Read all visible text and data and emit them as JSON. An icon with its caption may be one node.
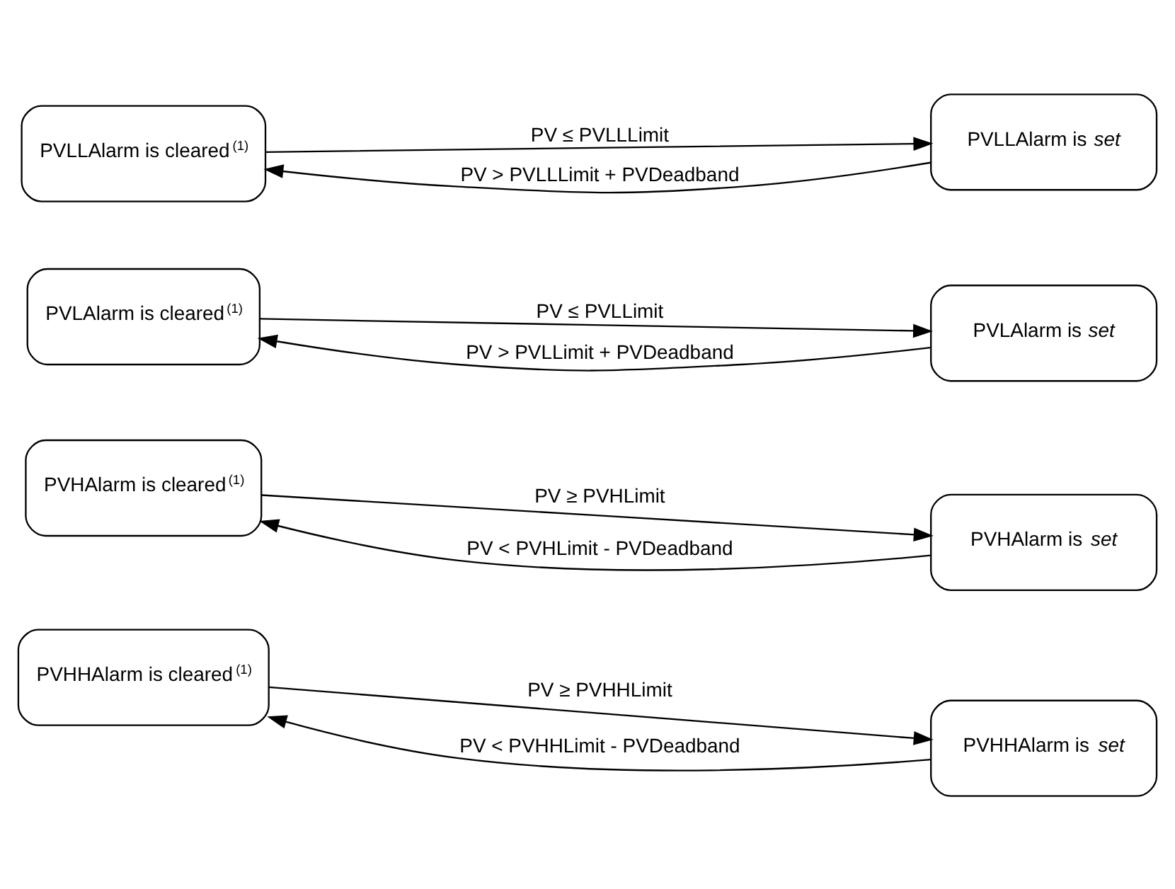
{
  "diagram": {
    "nodes": [
      {
        "text": [
          "PVHHAlarm is cleared$^{(1)}$"
        ]
      },
      {
        "text": [
          "PVHHAlarm is *set*"
        ]
      },
      {
        "text": [
          "PVHAlarm is cleared$^{(1)}$"
        ]
      },
      {
        "text": [
          "PVHAlarm is *set*"
        ]
      },
      {
        "text": [
          "PVLAlarm is cleared$^{(1)}$"
        ]
      },
      {
        "text": [
          "PVLAlarm is *set*"
        ]
      },
      {
        "text": [
          "PVLLAlarm is cleared$^{(1)}$"
        ]
      },
      {
        "text": [
          "PVLLAlarm is *set*"
        ]
      }
    ],
    "edges": [
      {
        "from": 0,
        "to": 1,
        "arrow": "to",
        "label": "PV ≥ PVHHLimit"
      },
      {
        "from": 1,
        "to": 0,
        "arrow": "to",
        "label": "PV < PVHHLimit - PVDeadband"
      },
      {
        "from": 2,
        "to": 3,
        "arrow": "to",
        "label": "PV ≥ PVHLimit"
      },
      {
        "from": 3,
        "to": 2,
        "arrow": "to",
        "label": "PV < PVHLimit - PVDeadband"
      },
      {
        "from": 4,
        "to": 5,
        "arrow": "to",
        "label": "PV ≤ PVLLimit"
      },
      {
        "from": 5,
        "to": 4,
        "arrow": "to",
        "label": "PV > PVLLimit + PVDeadband"
      },
      {
        "from": 6,
        "to": 7,
        "arrow": "to",
        "label": "PV ≤ PVLLLimit"
      },
      {
        "from": 7,
        "to": 6,
        "arrow": "to",
        "label": "PV > PVLLLimit + PVDeadband"
      }
    ]
  }
}
